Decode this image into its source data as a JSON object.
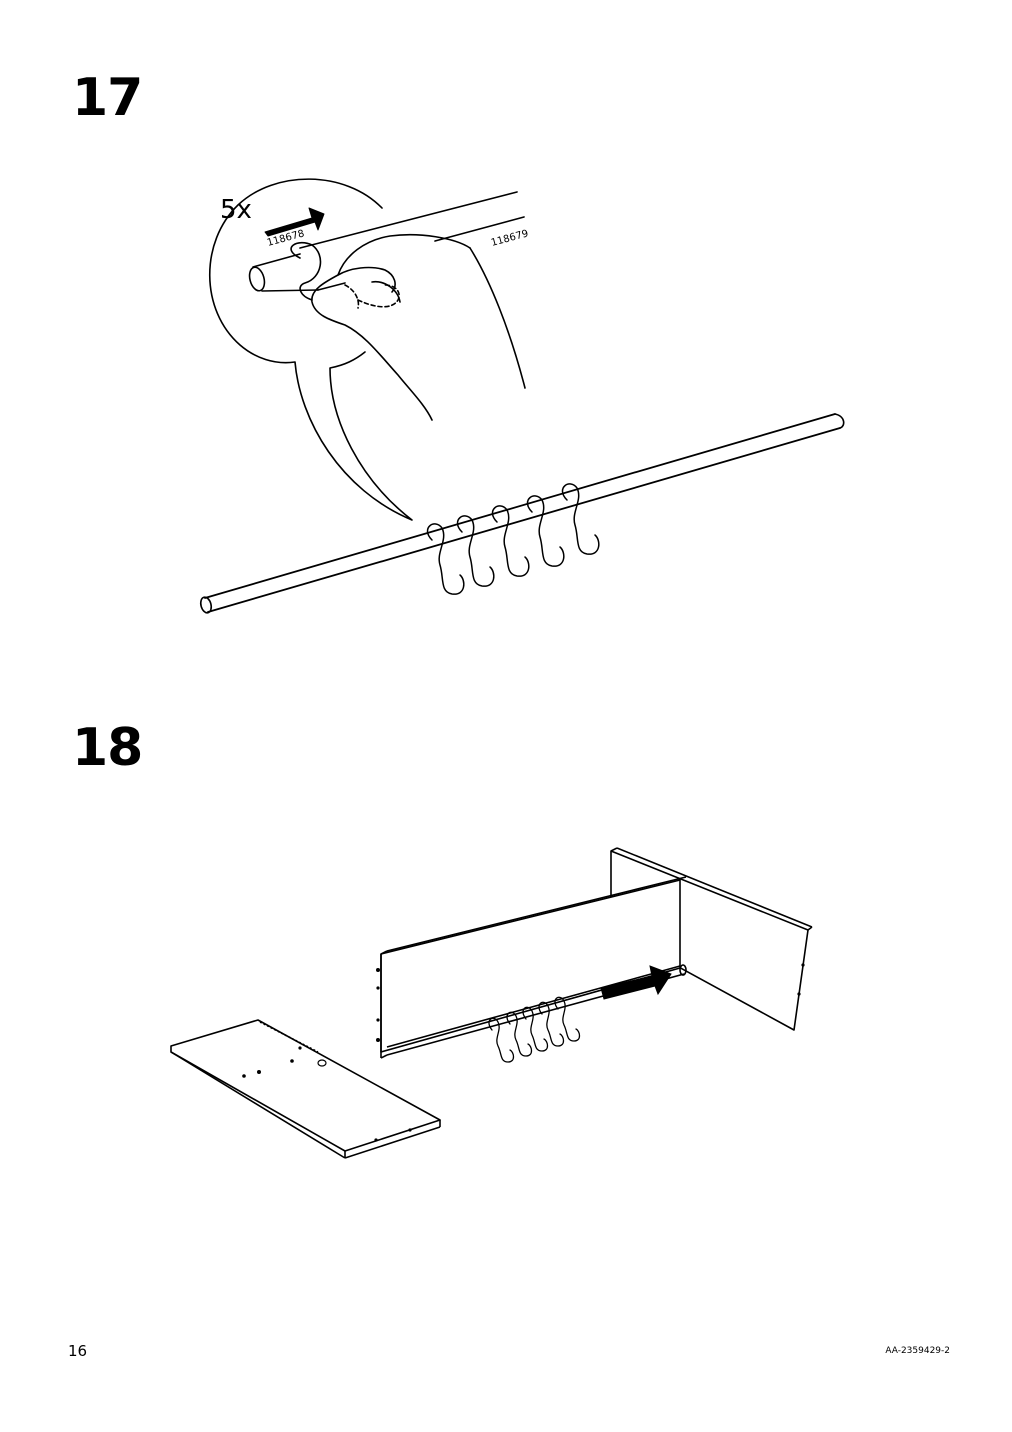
{
  "steps": [
    {
      "number": "17",
      "quantity_label": "5x",
      "part_numbers": [
        "118678",
        "118679"
      ]
    },
    {
      "number": "18"
    }
  ],
  "footer": {
    "page_number": "16",
    "document_code": "AA-2359429-2"
  }
}
